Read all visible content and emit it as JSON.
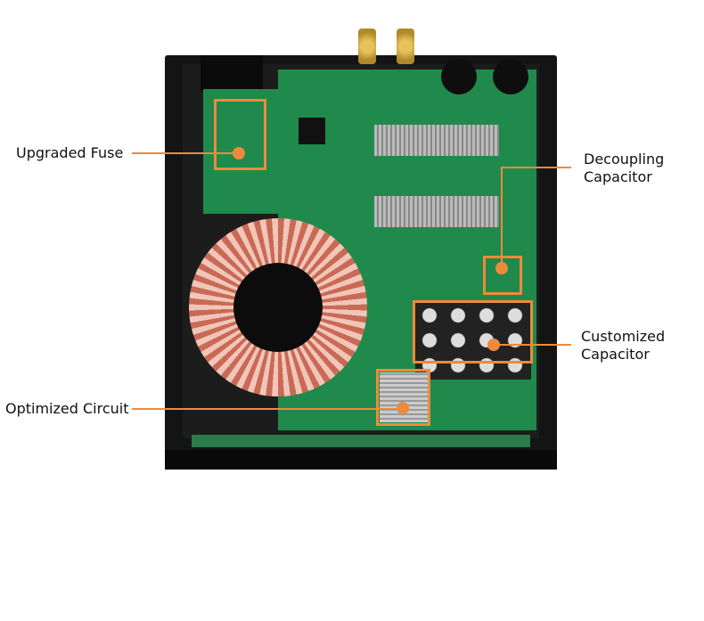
{
  "callouts": {
    "fuse": "Upgraded Fuse",
    "decoupling_line1": "Decoupling",
    "decoupling_line2": "Capacitor",
    "customized_line1": "Customized",
    "customized_line2": "Capacitor",
    "circuit": "Optimized Circuit"
  },
  "colors": {
    "accent": "#ee8a3c",
    "pcb": "#1f8a4c",
    "chassis": "#111111"
  }
}
